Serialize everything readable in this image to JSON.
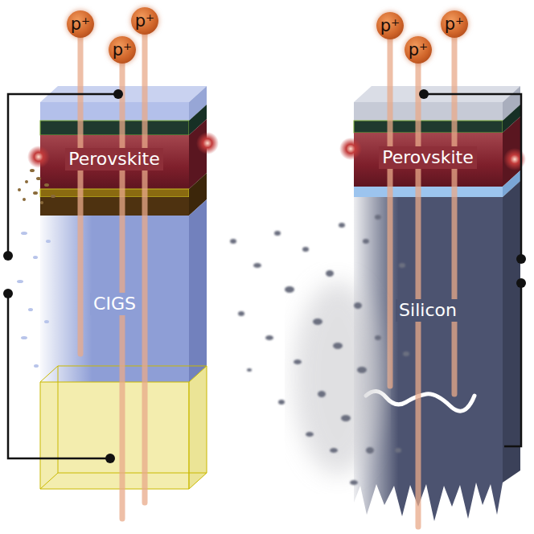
{
  "diagram": {
    "nodes": [
      {
        "text": [
          "p⁺"
        ]
      },
      {
        "text": [
          "p⁺"
        ]
      },
      {
        "text": [
          "p⁺"
        ]
      },
      {
        "text": [
          "Perovskite"
        ]
      },
      {
        "text": [
          "CIGS"
        ]
      },
      {
        "text": [
          "p⁺"
        ]
      },
      {
        "text": [
          "p⁺"
        ]
      },
      {
        "text": [
          "p⁺"
        ]
      },
      {
        "text": [
          "Perovskite"
        ]
      },
      {
        "text": [
          "Silicon"
        ]
      }
    ]
  }
}
